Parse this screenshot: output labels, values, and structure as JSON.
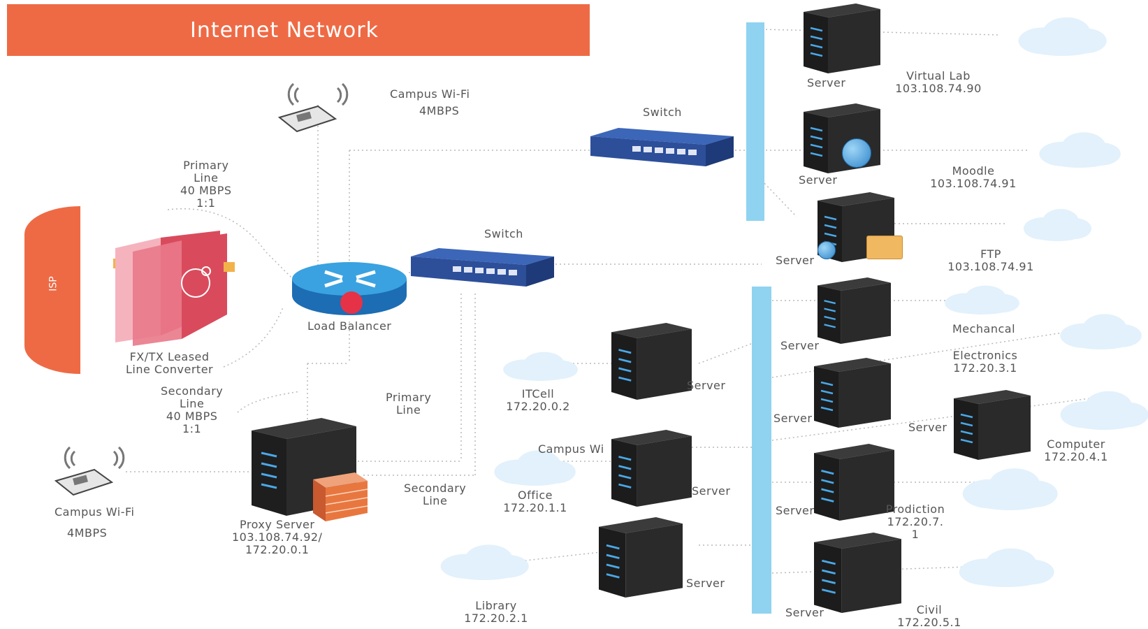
{
  "title": "Internet Network",
  "isp": {
    "label": "ISP"
  },
  "converter": {
    "line1": "FX/TX Leased",
    "line2": "Line Converter"
  },
  "primary_line": {
    "l1": "Primary",
    "l2": "Line",
    "l3": "40 MBPS",
    "l4": "1:1"
  },
  "secondary_line": {
    "l1": "Secondary",
    "l2": "Line",
    "l3": "40 MBPS",
    "l4": "1:1"
  },
  "wifi_top": {
    "name": "Campus Wi-Fi",
    "speed": "4MBPS"
  },
  "wifi_bottom": {
    "name": "Campus Wi-Fi",
    "speed": "4MBPS"
  },
  "load_balancer": {
    "label": "Load Balancer"
  },
  "switch_top": {
    "label": "Switch"
  },
  "switch_mid": {
    "label": "Switch"
  },
  "lb_primary": {
    "l1": "Primary",
    "l2": "Line"
  },
  "lb_secondary": {
    "l1": "Secondary",
    "l2": "Line"
  },
  "proxy": {
    "l1": "Proxy Server",
    "l2": "103.108.74.92/",
    "l3": "172.20.0.1"
  },
  "server_label": "Server",
  "right_servers": [
    {
      "name": "Virtual Lab",
      "ip": "103.108.74.90"
    },
    {
      "name": "Moodle",
      "ip": "103.108.74.91"
    },
    {
      "name": "FTP",
      "ip": "103.108.74.91"
    },
    {
      "name": "Mechancal",
      "ip": ""
    },
    {
      "name": "Electronics",
      "ip": "172.20.3.1"
    },
    {
      "name": "Computer",
      "ip": "172.20.4.1"
    },
    {
      "name": "Prodiction",
      "ip": "172.20.7.",
      "ip2": "1"
    },
    {
      "name": "Civil",
      "ip": "172.20.5.1"
    }
  ],
  "left_servers": [
    {
      "name": "ITCell",
      "ip": "172.20.0.2"
    },
    {
      "name": "Office",
      "ip": "172.20.1.1",
      "extra": "Campus Wi"
    },
    {
      "name": "Library",
      "ip": "172.20.2.1"
    }
  ],
  "colors": {
    "title_bg": "#ee6a45",
    "isp": "#ee6a45",
    "bus": "#8fd3f0",
    "switch": "#2d4f9a",
    "router": "#2a8fd0",
    "converter": "#d94b5c"
  },
  "icons": [
    "server-icon",
    "switch-icon",
    "router-icon",
    "wifi-router-icon",
    "cloud-icon",
    "firewall-icon",
    "globe-icon",
    "folder-icon",
    "media-converter-icon"
  ]
}
